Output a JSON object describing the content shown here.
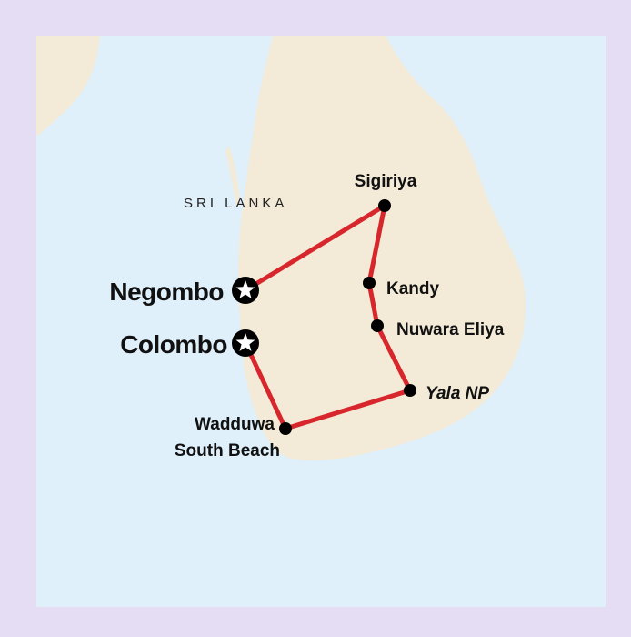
{
  "map": {
    "country_label": "SRI LANKA",
    "colors": {
      "frame": "#e4ddf3",
      "water": "#dff0fb",
      "land": "#f3ead8",
      "route": "#d7262c",
      "stop": "#000000"
    },
    "route_order": [
      "Negombo",
      "Sigiriya",
      "Kandy",
      "Nuwara Eliya",
      "Yala NP",
      "Wadduwa South Beach",
      "Colombo"
    ],
    "stops": [
      {
        "id": "sigiriya",
        "name": "Sigiriya",
        "marker": "dot"
      },
      {
        "id": "kandy",
        "name": "Kandy",
        "marker": "dot"
      },
      {
        "id": "nuwara-eliya",
        "name": "Nuwara Eliya",
        "marker": "dot"
      },
      {
        "id": "yala",
        "name": "Yala NP",
        "marker": "dot",
        "italic": true
      },
      {
        "id": "wadduwa",
        "name_line1": "Wadduwa",
        "name_line2": "South Beach",
        "marker": "dot"
      },
      {
        "id": "negombo",
        "name": "Negombo",
        "marker": "star-icon"
      },
      {
        "id": "colombo",
        "name": "Colombo",
        "marker": "star-icon"
      }
    ]
  }
}
